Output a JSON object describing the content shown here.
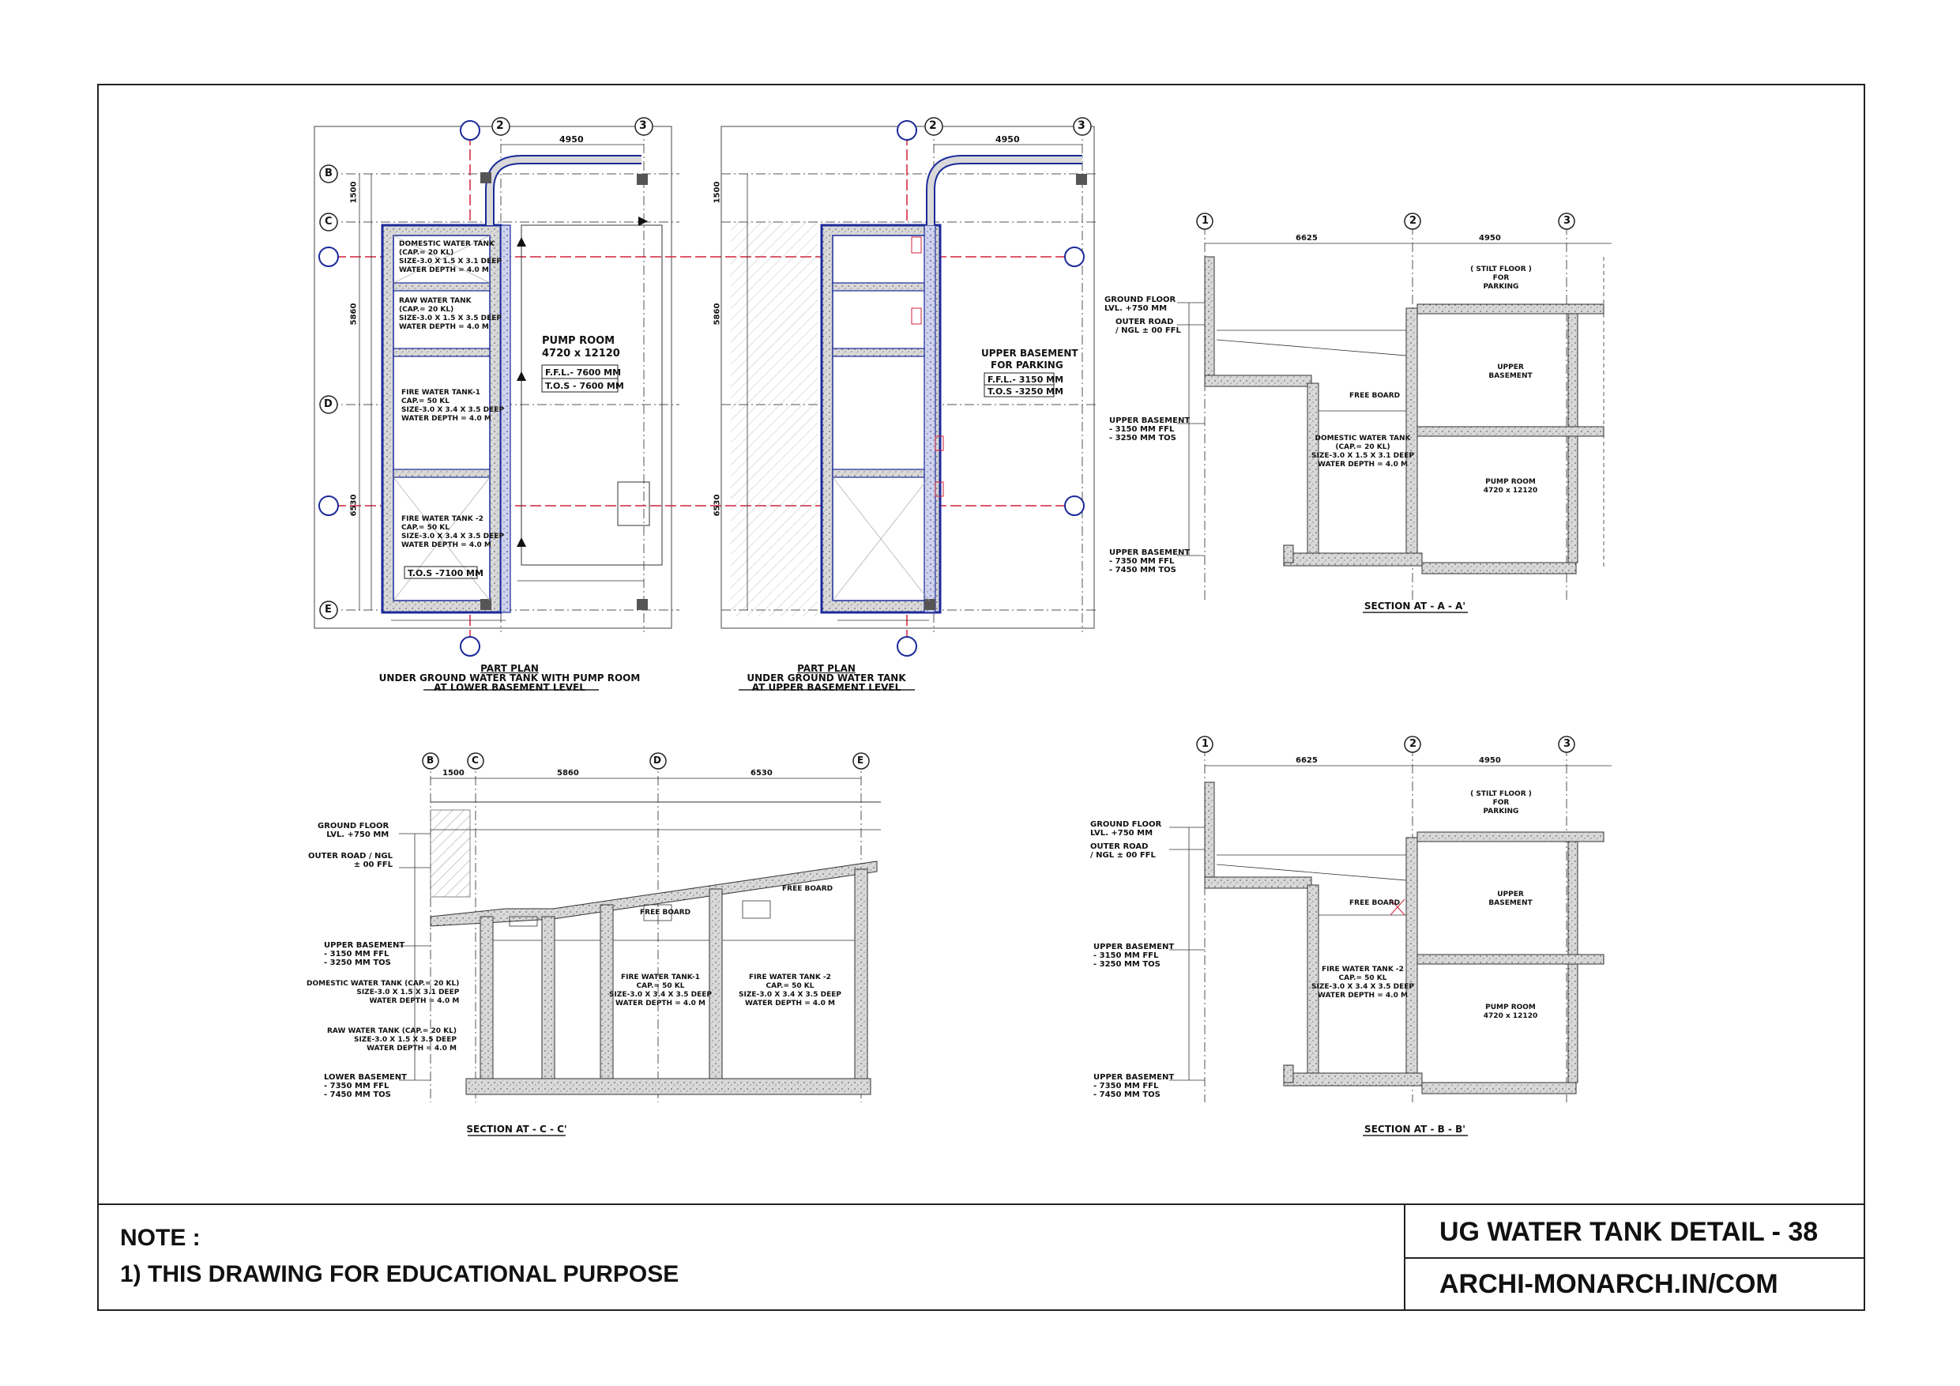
{
  "sheet": {
    "note_heading": "NOTE :",
    "note_line": "1) THIS DRAWING FOR EDUCATIONAL PURPOSE",
    "title": "UG WATER TANK DETAIL - 38",
    "website": "ARCHI-MONARCH.IN/COM"
  },
  "plan_lower": {
    "caption_1": "PART PLAN",
    "caption_2": "UNDER GROUND WATER TANK WITH PUMP ROOM",
    "caption_3": "AT LOWER BASEMENT LEVEL",
    "grid_top": [
      "2",
      "3"
    ],
    "grid_left": [
      "B",
      "C",
      "D",
      "E"
    ],
    "dim_top": "4950",
    "dim_left": [
      "1500",
      "5860",
      "6530"
    ],
    "room_name": "PUMP ROOM",
    "room_size": "4720 x 12120",
    "room_ffl": "F.F.L.- 7600 MM",
    "room_tos": "T.O.S - 7600 MM",
    "tos_tank": "T.O.S -7100 MM",
    "tank_1": [
      "DOMESTIC WATER TANK",
      "(CAP.= 20 KL)",
      "SIZE-3.0 X 1.5 X 3.1 DEEP",
      "WATER DEPTH = 4.0 M"
    ],
    "tank_2": [
      "RAW WATER TANK",
      "(CAP.= 20 KL)",
      "SIZE-3.0 X 1.5 X 3.5 DEEP",
      "WATER DEPTH = 4.0 M"
    ],
    "tank_3": [
      "FIRE WATER TANK-1",
      "CAP.= 50 KL",
      "SIZE-3.0 X 3.4 X 3.5 DEEP",
      "WATER DEPTH = 4.0 M"
    ],
    "tank_4": [
      "FIRE WATER TANK -2",
      "CAP.= 50 KL",
      "SIZE-3.0 X 3.4 X 3.5 DEEP",
      "WATER DEPTH = 4.0 M"
    ]
  },
  "plan_upper": {
    "caption_1": "PART PLAN",
    "caption_2": "UNDER GROUND WATER TANK",
    "caption_3": "AT UPPER BASEMENT LEVEL",
    "grid_top": [
      "2",
      "3"
    ],
    "dim_top": "4950",
    "dim_left": [
      "1500",
      "5860",
      "6530"
    ],
    "room_name": "UPPER BASEMENT",
    "room_sub": "FOR PARKING",
    "room_ffl": "F.F.L.- 3150 MM",
    "room_tos": "T.O.S -3250 MM"
  },
  "section_aa": {
    "caption": "SECTION AT - A - A'",
    "grid": [
      "1",
      "2",
      "3"
    ],
    "dims": [
      "6625",
      "4950"
    ],
    "level_1": [
      "GROUND FLOOR",
      "LVL. +750 MM"
    ],
    "level_2": [
      "OUTER ROAD",
      "/ NGL ± 00 FFL"
    ],
    "level_3": [
      "UPPER BASEMENT",
      "- 3150 MM FFL",
      "- 3250 MM TOS"
    ],
    "level_4": [
      "UPPER BASEMENT",
      "- 7350 MM FFL",
      "- 7450 MM TOS"
    ],
    "stilt": [
      "( STILT FLOOR )",
      "FOR",
      "PARKING"
    ],
    "upper_room": [
      "UPPER",
      "BASEMENT"
    ],
    "pump_room": [
      "PUMP ROOM",
      "4720 x 12120"
    ],
    "tank": [
      "DOMESTIC WATER TANK",
      "(CAP.= 20 KL)",
      "SIZE-3.0 X 1.5 X 3.1 DEEP",
      "WATER DEPTH = 4.0 M"
    ],
    "free_board": "FREE BOARD"
  },
  "section_bb": {
    "caption": "SECTION AT - B - B'",
    "grid": [
      "1",
      "2",
      "3"
    ],
    "dims": [
      "6625",
      "4950"
    ],
    "level_1": [
      "GROUND FLOOR",
      "LVL. +750 MM"
    ],
    "level_2": [
      "OUTER ROAD",
      "/ NGL ± 00 FFL"
    ],
    "level_3": [
      "UPPER BASEMENT",
      "- 3150 MM FFL",
      "- 3250 MM TOS"
    ],
    "level_4": [
      "UPPER BASEMENT",
      "- 7350 MM FFL",
      "- 7450 MM TOS"
    ],
    "stilt": [
      "( STILT FLOOR )",
      "FOR",
      "PARKING"
    ],
    "upper_room": [
      "UPPER",
      "BASEMENT"
    ],
    "pump_room": [
      "PUMP ROOM",
      "4720 x 12120"
    ],
    "tank": [
      "FIRE WATER TANK -2",
      "CAP.= 50 KL",
      "SIZE-3.0 X 3.4 X 3.5 DEEP",
      "WATER DEPTH = 4.0 M"
    ],
    "free_board": "FREE BOARD"
  },
  "section_cc": {
    "caption": "SECTION AT - C - C'",
    "grid": [
      "B",
      "C",
      "D",
      "E"
    ],
    "dims": [
      "1500",
      "5860",
      "6530"
    ],
    "level_1": [
      "GROUND FLOOR",
      "LVL. +750 MM"
    ],
    "level_2": [
      "OUTER ROAD / NGL",
      "± 00 FFL"
    ],
    "level_3": [
      "UPPER BASEMENT",
      "- 3150 MM FFL",
      "- 3250 MM TOS"
    ],
    "level_4": [
      "LOWER BASEMENT",
      "- 7350 MM FFL",
      "- 7450 MM TOS"
    ],
    "domestic": [
      "DOMESTIC WATER TANK (CAP.= 20 KL)",
      "SIZE-3.0 X 1.5 X 3.1 DEEP",
      "WATER DEPTH = 4.0 M"
    ],
    "raw": [
      "RAW WATER TANK (CAP.= 20 KL)",
      "SIZE-3.0 X 1.5 X 3.5 DEEP",
      "WATER DEPTH = 4.0 M"
    ],
    "fire_1": [
      "FIRE WATER TANK-1",
      "CAP.= 50 KL",
      "SIZE-3.0 X 3.4 X 3.5 DEEP",
      "WATER DEPTH = 4.0 M"
    ],
    "fire_2": [
      "FIRE WATER TANK -2",
      "CAP.= 50 KL",
      "SIZE-3.0 X 3.4 X 3.5 DEEP",
      "WATER DEPTH = 4.0 M"
    ],
    "free_board": "FREE BOARD"
  }
}
